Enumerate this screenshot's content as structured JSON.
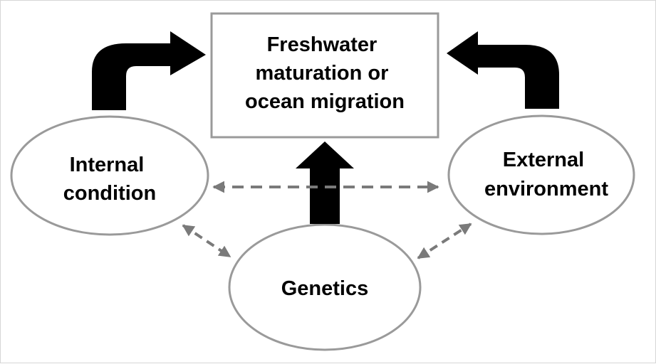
{
  "nodes": {
    "outcome": {
      "lines": [
        "Freshwater",
        "maturation or",
        "ocean migration"
      ]
    },
    "internal": {
      "lines": [
        "Internal",
        "condition"
      ]
    },
    "external": {
      "lines": [
        "External",
        "environment"
      ]
    },
    "genetics": {
      "lines": [
        "Genetics"
      ]
    }
  },
  "colors": {
    "node_stroke": "#9a9a9a",
    "solid_arrow": "#000000",
    "dashed_arrow": "#7a7a7a",
    "text": "#000000"
  }
}
